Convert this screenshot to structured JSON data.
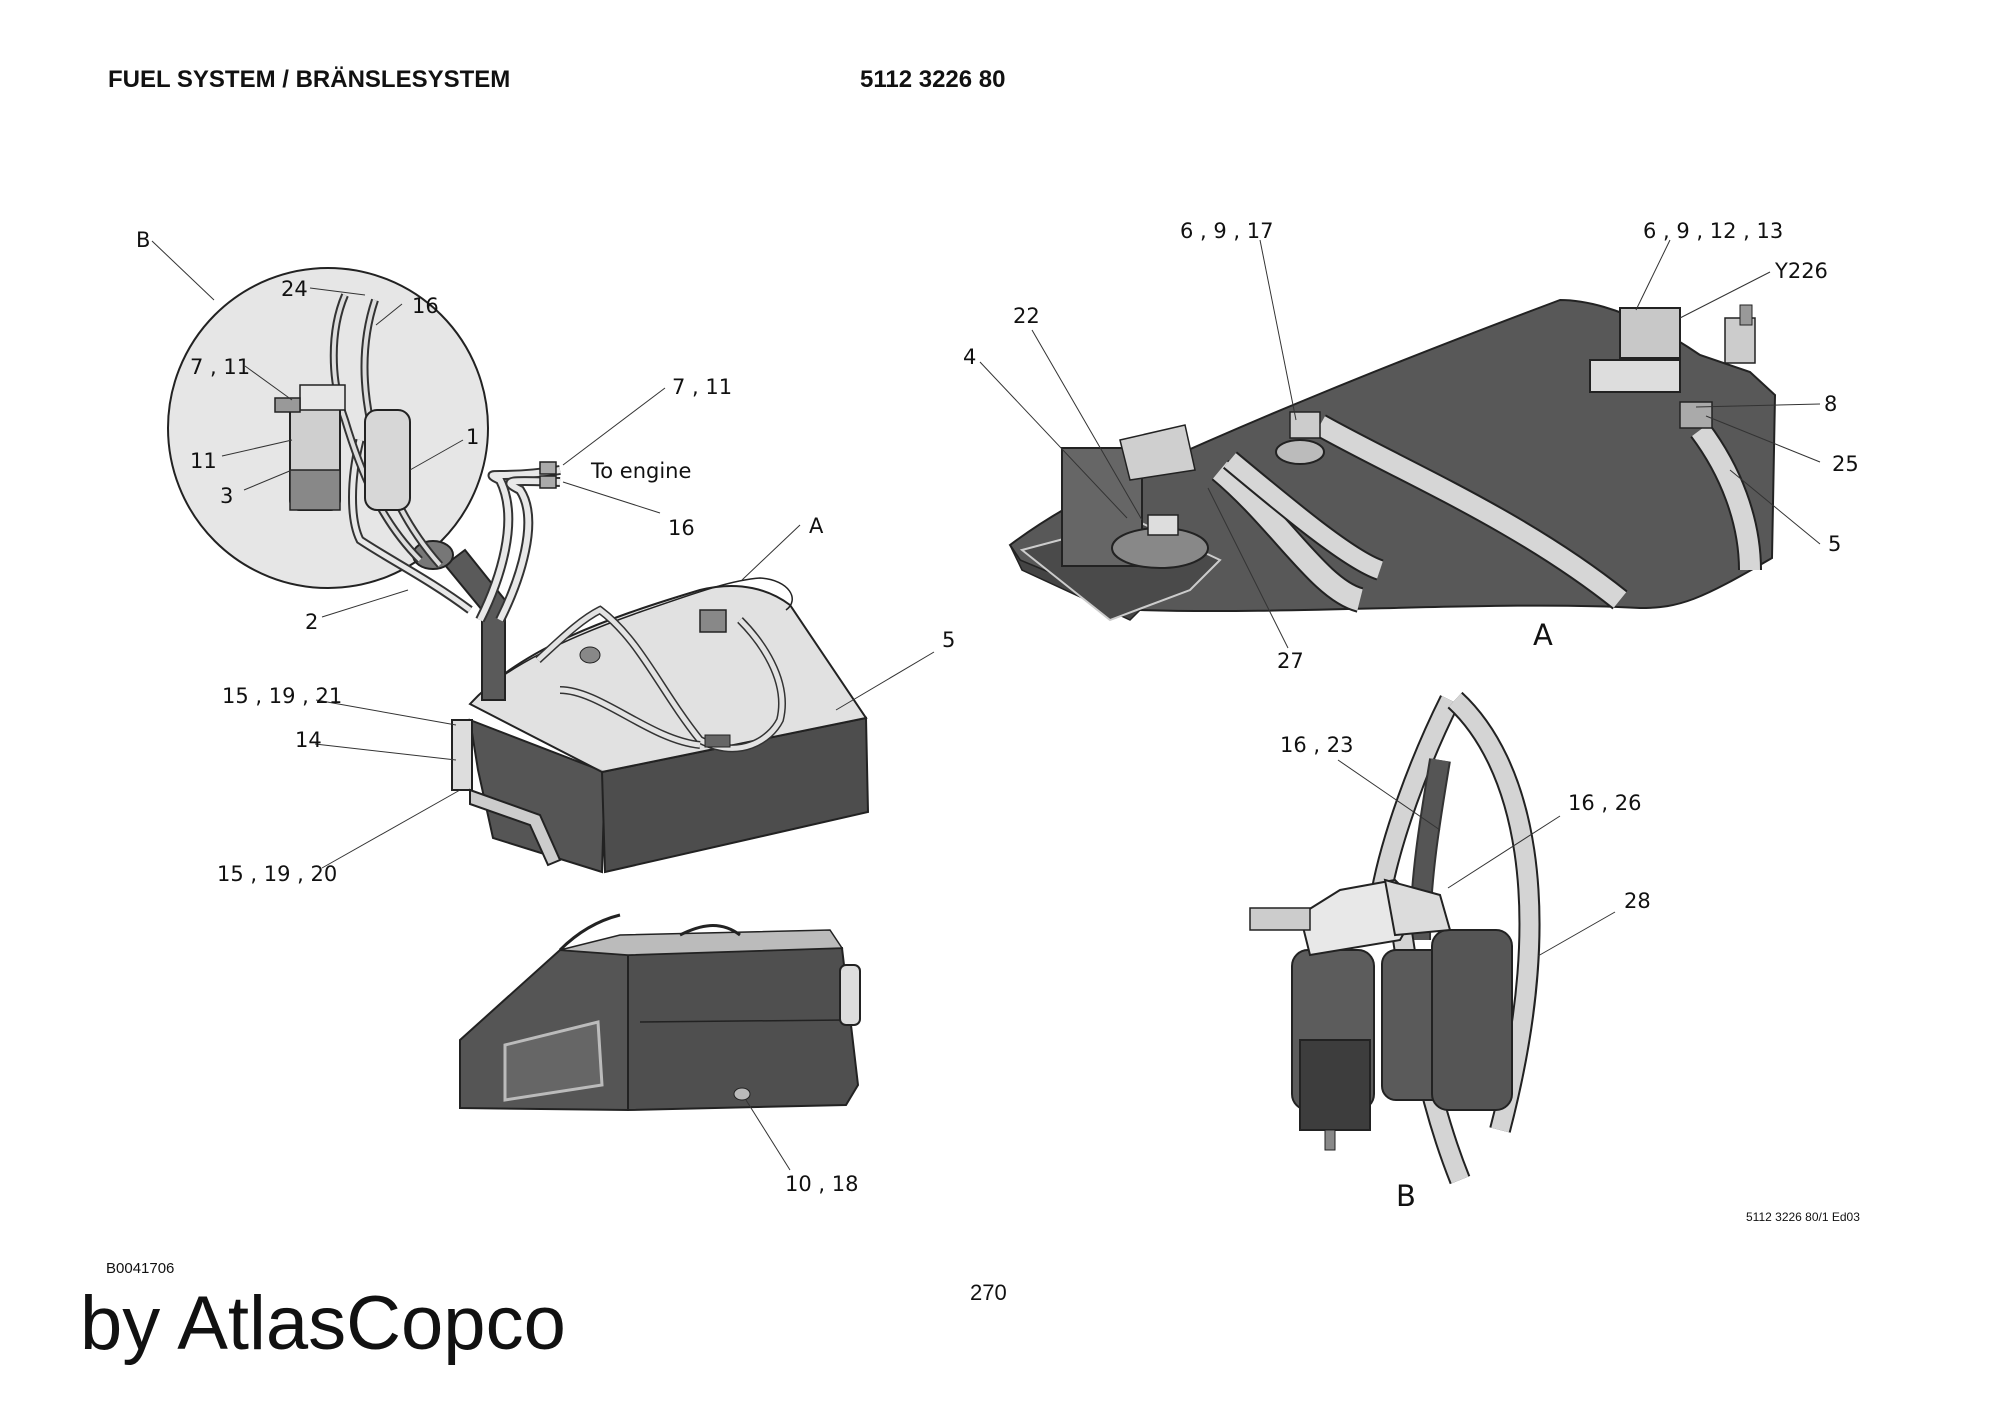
{
  "header": {
    "title": "FUEL SYSTEM / BRÄNSLESYSTEM",
    "part_number": "5112 3226 80"
  },
  "diagram": {
    "view_labels": [
      "A",
      "B"
    ],
    "callouts": [
      "B",
      "24",
      "16",
      "7 , 11",
      "11",
      "3",
      "1",
      "7 , 11",
      "To engine",
      "16",
      "A",
      "2",
      "5",
      "15 , 19 , 21",
      "14",
      "15 , 19 , 20",
      "6 , 9 , 17",
      "6 , 9 , 12 , 13",
      "Y226",
      "22",
      "4",
      "8",
      "25",
      "5",
      "27",
      "16 , 23",
      "16 , 26",
      "28",
      "10 , 18"
    ]
  },
  "footer": {
    "doc_id": "B0041706",
    "edition": "5112 3226 80/1 Ed03",
    "page_number": "270",
    "watermark": "by AtlasCopco"
  }
}
